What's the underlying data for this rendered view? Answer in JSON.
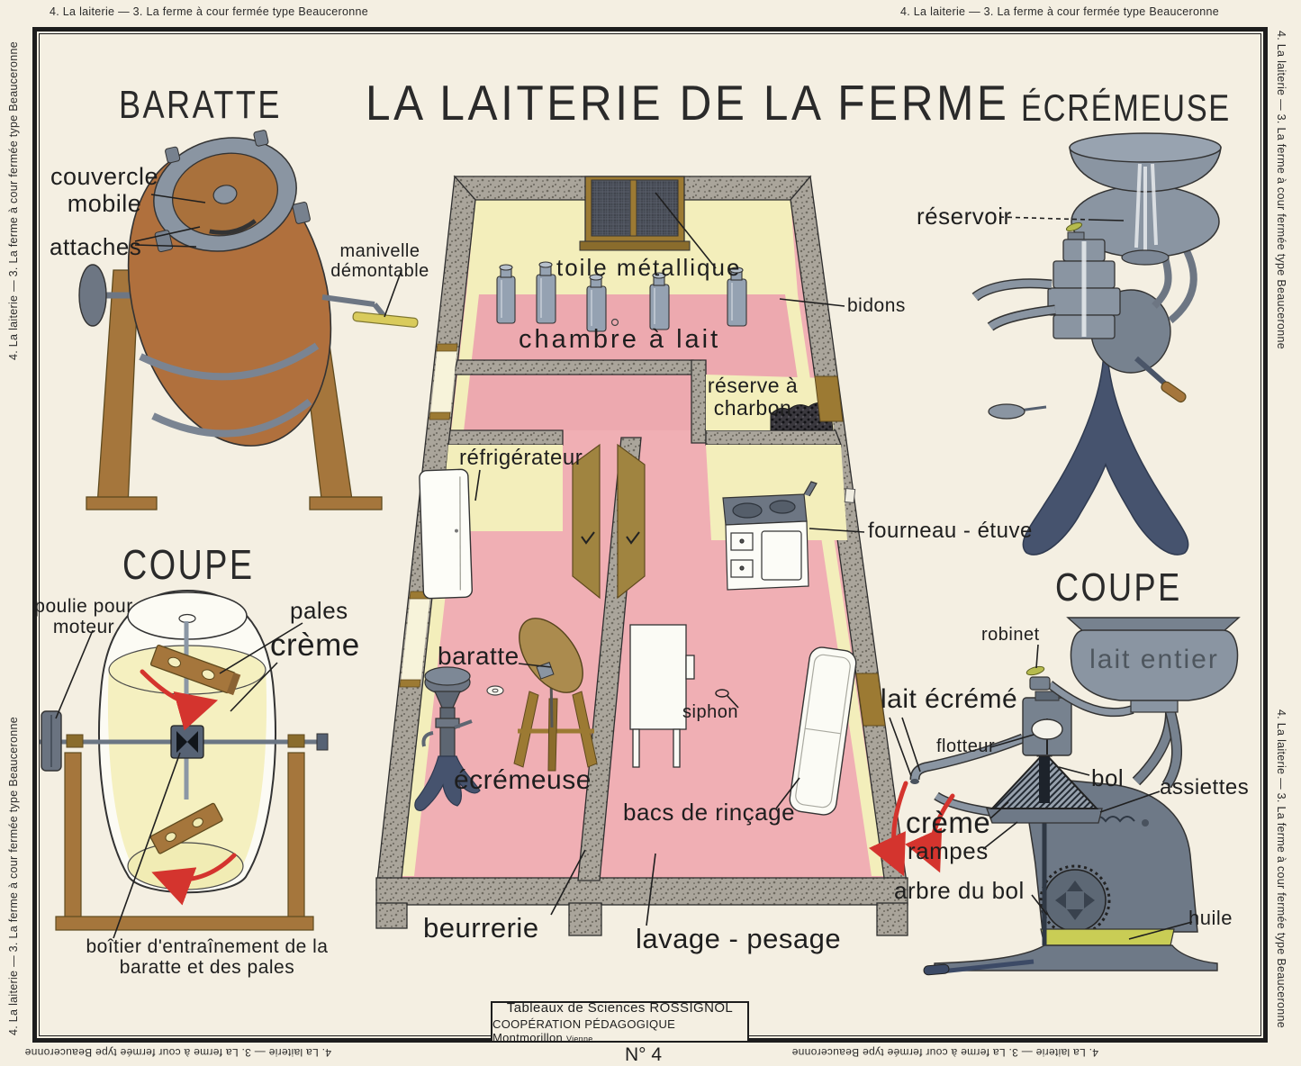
{
  "edge_text": "4. La laiterie — 3. La ferme à cour fermée type Beauceronne",
  "main_title": "LA LAITERIE DE LA FERME",
  "titles": {
    "baratte": "BARATTE",
    "ecremeuse": "ÉCRÉMEUSE",
    "coupe_left": "COUPE",
    "coupe_right": "COUPE"
  },
  "baratte": {
    "couvercle": "couvercle mobile",
    "attaches": "attaches",
    "manivelle": "manivelle démontable"
  },
  "coupe_baratte": {
    "poulie": "poulie pour moteur",
    "pales": "pales",
    "creme": "crème",
    "boitier": "boîtier d'entraînement de la baratte et des pales"
  },
  "ecremeuse": {
    "reservoir": "réservoir"
  },
  "coupe_ecremeuse": {
    "robinet": "robinet",
    "lait_entier": "lait entier",
    "lait_ecreme": "lait écrémé",
    "flotteur": "flotteur",
    "bol": "bol",
    "assiettes": "assiettes",
    "creme": "crème",
    "rampes": "rampes",
    "arbre": "arbre du bol",
    "huile": "huile"
  },
  "plan": {
    "toile": "toile métallique",
    "bidons": "bidons",
    "chambre": "chambre à lait",
    "reserve": "réserve à charbon",
    "refrigerateur": "réfrigérateur",
    "fourneau": "fourneau - étuve",
    "baratte": "baratte",
    "siphon": "siphon",
    "ecremeuse": "écrémeuse",
    "bacs": "bacs de rinçage",
    "beurrerie": "beurrerie",
    "lavage": "lavage - pesage"
  },
  "footer": {
    "line1": "Tableaux de Sciences ROSSIGNOL",
    "line2": "COOPÉRATION PÉDAGOGIQUE",
    "place": "Montmorillon",
    "dept": "Vienne",
    "number": "N° 4"
  },
  "colors": {
    "background": "#f4efe2",
    "floor_pink": "#f0afb4",
    "wall_yellow": "#f3eebb",
    "wall_gray": "#a9a49a",
    "metal_gray": "#8a95a2",
    "wood_brown": "#a5763c",
    "barrel_brown": "#b0703d",
    "navy_metal": "#46536e",
    "arrow_red": "#d4342e",
    "oil_yellow": "#c9cd55",
    "ink": "#1f1f1f"
  }
}
